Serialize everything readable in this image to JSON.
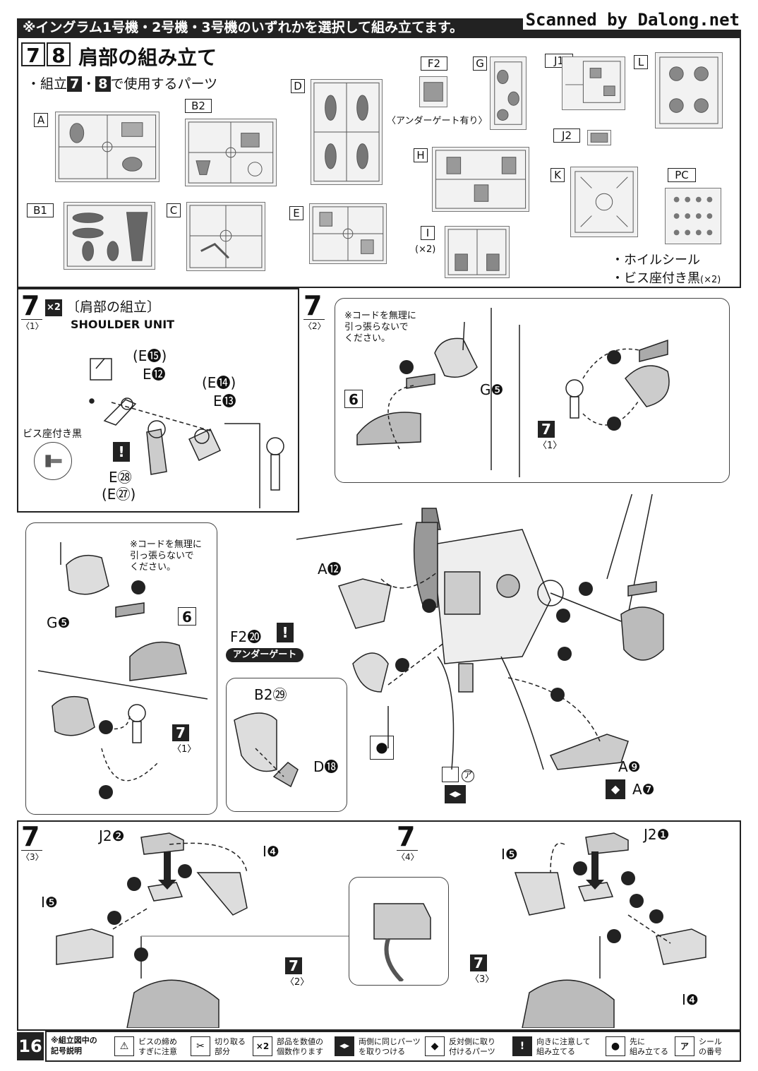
{
  "header": {
    "notice": "※イングラム1号機・2号機・3号機のいずれかを選択して組み立てます。",
    "credit": "Scanned by Dalong.net"
  },
  "section": {
    "step_a": "7",
    "step_b": "8",
    "title": "肩部の組み立て",
    "parts_intro_prefix": "・組立",
    "parts_intro_sep": "・",
    "parts_intro_suffix": "で使用するパーツ"
  },
  "runners": {
    "A": "A",
    "B2": "B2",
    "D": "D",
    "F2": "F2",
    "F2_note": "〈アンダーゲート有り〉",
    "G": "G",
    "J1": "J1",
    "L": "L",
    "J2": "J2",
    "H": "H",
    "K": "K",
    "PC": "PC",
    "B1": "B1",
    "C": "C",
    "E": "E",
    "I": "I",
    "I_qty": "(×2)"
  },
  "extras": {
    "wheel_seal": "・ホイルシール",
    "screw_black": "・ビス座付き黒",
    "screw_qty": "(×2)"
  },
  "step7_1": {
    "num": "7",
    "sub": "〈1〉",
    "x2": "×2",
    "title": "〔肩部の組立〕",
    "title_en": "SHOULDER UNIT",
    "e15": "(E⓯)",
    "e12": "E⓬",
    "e14": "(E⓮)",
    "e13": "E⓭",
    "screw_label": "ビス座付き黒",
    "e28": "E㉘",
    "e27": "(E㉗)"
  },
  "step7_2": {
    "num": "7",
    "sub": "〈2〉",
    "cord_note": "※コードを無理に\n引っ張らないで\nください。",
    "g5": "G❺",
    "six": "6",
    "ref": "7",
    "ref_sub": "〈1〉"
  },
  "main": {
    "cord_note": "※コードを無理に\n引っ張らないで\nください。",
    "g5": "G❺",
    "six": "6",
    "a12": "A⓬",
    "f2_20": "F2⓴",
    "undergate": "アンダーゲート",
    "b2_29": "B2㉙",
    "d18": "D⓲",
    "a9": "A❾",
    "a7": "A❼",
    "ref": "7",
    "ref_sub": "〈1〉",
    "seal_mark": "ア"
  },
  "step7_3": {
    "num": "7",
    "sub": "〈3〉",
    "j2_2": "J2❷",
    "i4": "I❹",
    "i5": "I❺",
    "ref": "7",
    "ref_sub": "〈2〉"
  },
  "step7_4": {
    "num": "7",
    "sub": "〈4〉",
    "j2_1": "J2❶",
    "i5": "I❺",
    "i4": "I❹",
    "ref": "7",
    "ref_sub": "〈3〉"
  },
  "footer": {
    "page": "16",
    "legend_title": "※組立図中の\n記号説明",
    "items": [
      {
        "icon": "screw-icon",
        "text": "ビスの締め\nすぎに注意"
      },
      {
        "icon": "nipper-icon",
        "text": "切り取る\n部分"
      },
      {
        "icon": "x2-icon",
        "glyph": "×2",
        "text": "部品を数値の\n個数作ります"
      },
      {
        "icon": "same-side-icon",
        "glyph": "◀▶",
        "text": "両側に同じパーツ\nを取りつける"
      },
      {
        "icon": "opposite-side-icon",
        "glyph": "◆",
        "text": "反対側に取り\n付けるパーツ"
      },
      {
        "icon": "caution-icon",
        "glyph": "!",
        "text": "向きに注意して\n組み立てる"
      },
      {
        "icon": "first-assemble-icon",
        "glyph": "●",
        "text": "先に\n組み立てる"
      },
      {
        "icon": "seal-icon",
        "glyph": "ア",
        "text": "シール\nの番号"
      }
    ]
  }
}
